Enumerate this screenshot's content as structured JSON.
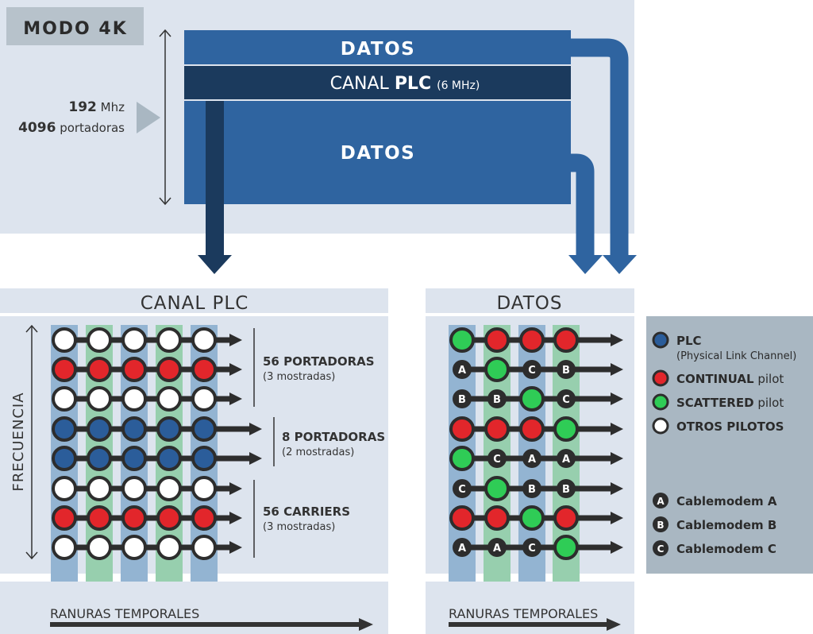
{
  "top": {
    "mode_label": "MODO 4K",
    "freq_value": "192",
    "freq_unit": "Mhz",
    "carriers_value": "4096",
    "carriers_unit": "portadoras",
    "datos_top": "DATOS",
    "plc_prefix": "CANAL",
    "plc_name": "PLC",
    "plc_bw": "(6 MHz)",
    "datos_bottom": "DATOS"
  },
  "plc_panel": {
    "title": "CANAL PLC",
    "axis_label": "FRECUENCIA",
    "time_label": "RANURAS TEMPORALES",
    "rows": [
      [
        "white",
        "white",
        "white",
        "white",
        "white"
      ],
      [
        "red",
        "red",
        "red",
        "red",
        "red"
      ],
      [
        "white",
        "white",
        "white",
        "white",
        "white"
      ],
      [
        "blue",
        "blue",
        "blue",
        "blue",
        "blue"
      ],
      [
        "blue",
        "blue",
        "blue",
        "blue",
        "blue"
      ],
      [
        "white",
        "white",
        "white",
        "white",
        "white"
      ],
      [
        "red",
        "red",
        "red",
        "red",
        "red"
      ],
      [
        "white",
        "white",
        "white",
        "white",
        "white"
      ]
    ],
    "groups": [
      {
        "title": "56 PORTADORAS",
        "sub": "(3 mostradas)"
      },
      {
        "title": "8 PORTADORAS",
        "sub": "(2 mostradas)"
      },
      {
        "title": "56 CARRIERS",
        "sub": "(3 mostradas)"
      }
    ]
  },
  "data_panel": {
    "title": "DATOS",
    "time_label": "RANURAS TEMPORALES",
    "rows": [
      [
        "green",
        "red",
        "red",
        "red"
      ],
      [
        "A",
        "green",
        "C",
        "B"
      ],
      [
        "B",
        "B",
        "green",
        "C"
      ],
      [
        "red",
        "red",
        "red",
        "green"
      ],
      [
        "green",
        "C",
        "A",
        "A"
      ],
      [
        "C",
        "green",
        "B",
        "B"
      ],
      [
        "red",
        "red",
        "green",
        "red"
      ],
      [
        "A",
        "A",
        "C",
        "green"
      ]
    ]
  },
  "legend": {
    "items": [
      {
        "color": "blue",
        "name": "PLC",
        "rest": "",
        "sub": "(Physical Link Channel)"
      },
      {
        "color": "red",
        "name": "CONTINUAL",
        "rest": "pilot",
        "sub": ""
      },
      {
        "color": "green",
        "name": "SCATTERED",
        "rest": "pilot",
        "sub": ""
      },
      {
        "color": "white",
        "name": "OTROS PILOTOS",
        "rest": "",
        "sub": ""
      }
    ],
    "modems": [
      {
        "letter": "A",
        "name": "Cablemodem A"
      },
      {
        "letter": "B",
        "name": "Cablemodem B"
      },
      {
        "letter": "C",
        "name": "Cablemodem C"
      }
    ]
  },
  "colors": {
    "white": "#ffffff",
    "red": "#e2262b",
    "blue": "#2b5d9a",
    "green": "#2fcc56",
    "outline": "#2d2d2d",
    "panel_bg": "#dde4ee",
    "datos_blue": "#2f64a0",
    "plc_dark": "#1b3a5d",
    "legend_bg": "#a9b7c2",
    "col_blue": "#93b4d2",
    "col_green": "#97cfae"
  }
}
